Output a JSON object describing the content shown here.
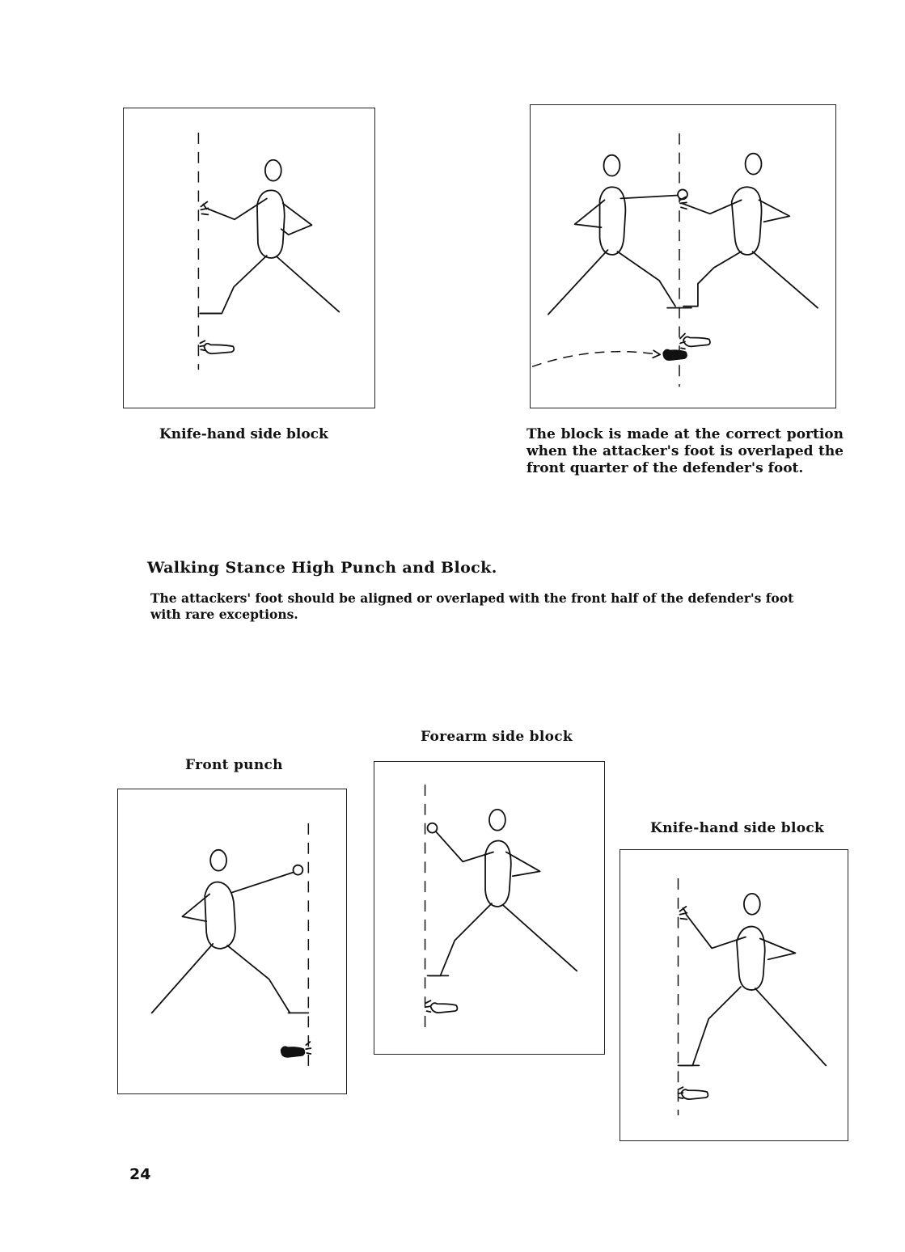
{
  "top": {
    "left_caption": "Knife-hand side block",
    "right_caption": "The block is made at the correct portion when the attacker's foot is overlaped the front quarter of the defender's foot."
  },
  "section": {
    "heading": "Walking Stance High Punch and Block.",
    "body": "The attackers' foot should be aligned or overlaped with the front half of the defender's foot with rare exceptions."
  },
  "bottom": {
    "front_punch_title": "Front punch",
    "forearm_block_title": "Forearm side block",
    "knife_hand_title": "Knife-hand side block"
  },
  "page_number": "24"
}
